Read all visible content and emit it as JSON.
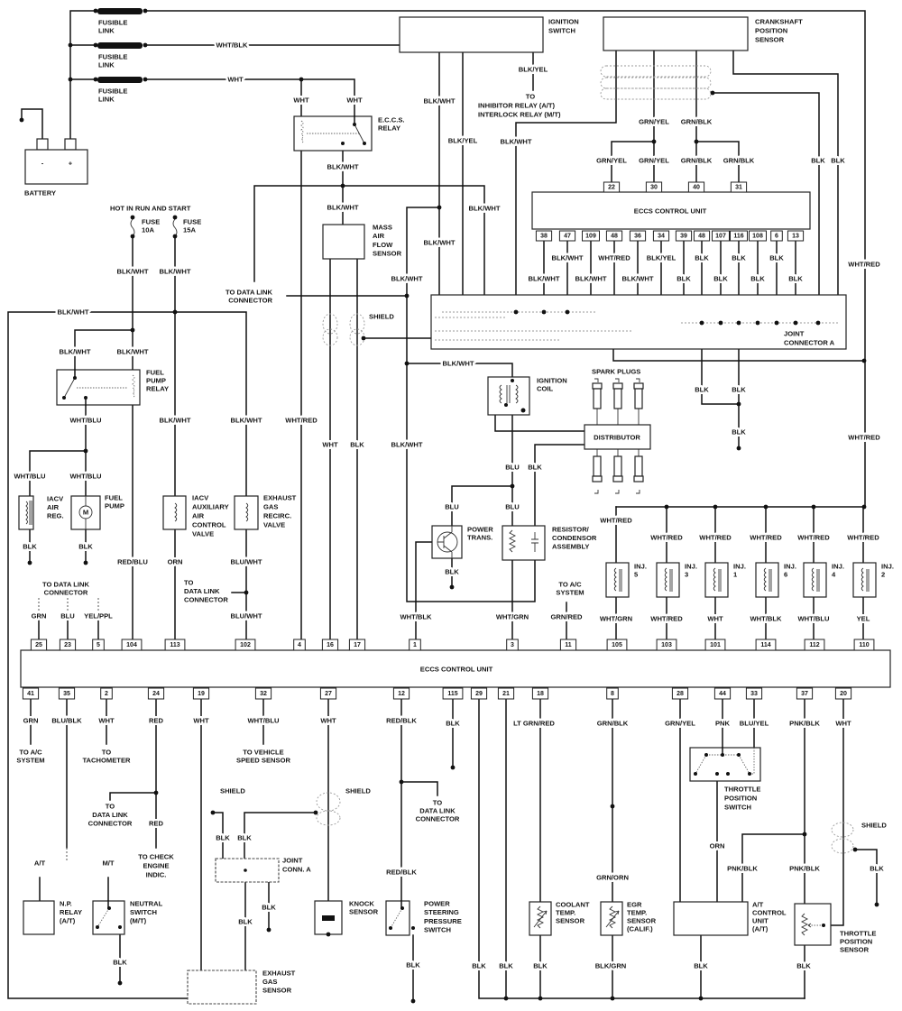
{
  "components": {
    "fusible_links": [
      [
        "FUSIBLE",
        "LINK"
      ],
      [
        "FUSIBLE",
        "LINK"
      ],
      [
        "FUSIBLE",
        "LINK"
      ]
    ],
    "battery": {
      "label": "BATTERY",
      "neg_terminal": "-",
      "pos_terminal": "+"
    },
    "ignition_switch": [
      "IGNITION",
      "SWITCH"
    ],
    "crankshaft_position_sensor": [
      "CRANKSHAFT",
      "POSITION",
      "SENSOR"
    ],
    "eccs_relay": [
      "E.C.C.S.",
      "RELAY"
    ],
    "mass_air_flow_sensor": [
      "MASS",
      "AIR",
      "FLOW",
      "SENSOR"
    ],
    "eccs_control_unit_upper": "ECCS  CONTROL  UNIT",
    "joint_connector_a": [
      "JOINT",
      "CONNECTOR  A"
    ],
    "fuel_pump_relay": [
      "FUEL",
      "PUMP",
      "RELAY"
    ],
    "iacv_air_regulator": [
      "IACV",
      "AIR",
      "REG."
    ],
    "fuel_pump": {
      "label": [
        "FUEL",
        "PUMP"
      ],
      "symbol": "M"
    },
    "iacv_aac_valve": [
      "IACV",
      "AUXILIARY",
      "AIR",
      "CONTROL",
      "VALVE"
    ],
    "egr_valve": [
      "EXHAUST",
      "GAS",
      "RECIRC.",
      "VALVE"
    ],
    "ignition_coil": [
      "IGNITION",
      "COIL"
    ],
    "spark_plugs": "SPARK  PLUGS",
    "distributor": "DISTRIBUTOR",
    "power_transistor": [
      "POWER",
      "TRANS."
    ],
    "resistor_condenser": [
      "RESISTOR/",
      "CONDENSOR",
      "ASSEMBLY"
    ],
    "injectors": [
      {
        "label": "INJ.",
        "number": "5"
      },
      {
        "label": "INJ.",
        "number": "3"
      },
      {
        "label": "INJ.",
        "number": "1"
      },
      {
        "label": "INJ.",
        "number": "6"
      },
      {
        "label": "INJ.",
        "number": "4"
      },
      {
        "label": "INJ.",
        "number": "2"
      }
    ],
    "eccs_control_unit_lower": "ECCS  CONTROL  UNIT",
    "joint_conn_a_lower": [
      "JOINT",
      "CONN.  A"
    ],
    "np_relay": [
      "N.P.",
      "RELAY",
      "(A/T)"
    ],
    "neutral_switch": [
      "NEUTRAL",
      "SWITCH",
      "(M/T)"
    ],
    "exhaust_gas_sensor": [
      "EXHAUST",
      "GAS",
      "SENSOR"
    ],
    "knock_sensor": [
      "KNOCK",
      "SENSOR"
    ],
    "power_steering_switch": [
      "POWER",
      "STEERING",
      "PRESSURE",
      "SWITCH"
    ],
    "throttle_position_switch": [
      "THROTTLE",
      "POSITION",
      "SWITCH"
    ],
    "coolant_temp_sensor": [
      "COOLANT",
      "TEMP.",
      "SENSOR"
    ],
    "egr_temp_sensor": [
      "EGR",
      "TEMP.",
      "SENSOR",
      "(CALIF.)"
    ],
    "at_control_unit": [
      "A/T",
      "CONTROL",
      "UNIT",
      "(A/T)"
    ],
    "throttle_position_sensor": [
      "THROTTLE",
      "POSITION",
      "SENSOR"
    ]
  },
  "notes": {
    "hot_in_run_and_start": "HOT  IN  RUN  AND  START",
    "fuses": [
      {
        "label": "FUSE",
        "rating": "10A"
      },
      {
        "label": "FUSE",
        "rating": "15A"
      }
    ],
    "to_inhibitor": [
      "TO",
      "INHIBITOR  RELAY  (A/T)",
      "INTERLOCK  RELAY  (M/T)"
    ],
    "to_data_link_a": [
      "TO  DATA  LINK",
      "CONNECTOR"
    ],
    "to_data_link_b": [
      "TO  DATA  LINK",
      "CONNECTOR"
    ],
    "to_data_link_c": [
      "TO",
      "DATA  LINK",
      "CONNECTOR"
    ],
    "to_data_link_d": [
      "TO",
      "DATA  LINK",
      "CONNECTOR"
    ],
    "to_data_link_e": [
      "TO",
      "DATA  LINK",
      "CONNECTOR"
    ],
    "to_ac_system_a": [
      "TO  A/C",
      "SYSTEM"
    ],
    "to_ac_system_b": [
      "TO  A/C",
      "SYSTEM"
    ],
    "to_tachometer": [
      "TO",
      "TACHOMETER"
    ],
    "to_vehicle_speed_sensor": [
      "TO  VEHICLE",
      "SPEED  SENSOR"
    ],
    "to_check_engine": [
      "TO  CHECK",
      "ENGINE",
      "INDIC."
    ],
    "shields": [
      "SHIELD",
      "SHIELD",
      "SHIELD",
      "SHIELD"
    ],
    "at_variant": "A/T",
    "mt_variant": "M/T"
  },
  "wire_labels": {
    "top": [
      "WHT/BLK",
      "WHT",
      "WHT",
      "WHT",
      "BLK/WHT",
      "BLK/WHT",
      "BLK/WHT",
      "BLK/YEL",
      "BLK/YEL",
      "BLK/WHT",
      "GRN/YEL",
      "GRN/BLK",
      "GRN/YEL",
      "GRN/YEL",
      "GRN/BLK",
      "GRN/BLK",
      "BLK",
      "BLK",
      "BLK/WHT",
      "BLK/WHT",
      "BLK/WHT",
      "WHT/RED",
      "BLK",
      "BLK",
      "BLK",
      "WHT/RED"
    ],
    "upper_unit": [
      "BLK/WHT",
      "BLK/WHT",
      "BLK/WHT",
      "WHT/RED",
      "BLK/WHT",
      "BLK/YEL",
      "BLK",
      "BLK",
      "BLK",
      "BLK",
      "BLK",
      "BLK",
      "BLK"
    ],
    "left": [
      "BLK/WHT",
      "BLK/WHT",
      "BLK/WHT",
      "BLK/WHT",
      "BLK/WHT",
      "WHT/BLU",
      "BLK/WHT",
      "BLK/WHT",
      "WHT/RED",
      "WHT",
      "BLK",
      "BLK/WHT",
      "WHT/BLU",
      "WHT/BLU",
      "BLK",
      "BLK",
      "RED/BLU",
      "ORN",
      "BLU/WHT",
      "GRN",
      "BLU",
      "YEL/PPL",
      "BLU/WHT"
    ],
    "middle": [
      "BLK/WHT",
      "BLU",
      "BLK",
      "BLU",
      "BLU",
      "BLK",
      "WHT/BLK",
      "WHT/GRN",
      "GRN/RED"
    ],
    "injectors_in": [
      "WHT/RED",
      "WHT/RED",
      "WHT/RED",
      "WHT/RED",
      "WHT/RED",
      "WHT/RED"
    ],
    "injectors_out": [
      "WHT/GRN",
      "WHT/RED",
      "WHT",
      "WHT/BLK",
      "WHT/BLU",
      "YEL"
    ],
    "bottom": [
      "GRN",
      "BLU/BLK",
      "WHT",
      "RED",
      "WHT",
      "WHT/BLU",
      "WHT",
      "RED/BLK",
      "BLK",
      "LT  GRN/RED",
      "GRN/BLK",
      "GRN/YEL",
      "PNK",
      "BLU/YEL",
      "PNK/BLK",
      "WHT",
      "RED",
      "BLK",
      "BLK",
      "ORN",
      "RED/BLK",
      "PNK/BLK",
      "PNK/BLK",
      "BLK",
      "GRN/ORN",
      "BLK",
      "BLK",
      "BLK",
      "BLK",
      "BLK",
      "BLK",
      "BLK",
      "BLK/GRN",
      "BLK",
      "BLK"
    ]
  },
  "pins": {
    "upper_unit_top": [
      "22",
      "30",
      "40",
      "31"
    ],
    "upper_unit_bottom": [
      "38",
      "47",
      "109",
      "48",
      "36",
      "34",
      "39",
      "48",
      "107",
      "116",
      "108",
      "6",
      "13"
    ],
    "lower_unit_top": [
      "25",
      "23",
      "5",
      "104",
      "113",
      "102",
      "4",
      "16",
      "17",
      "1",
      "3",
      "11",
      "105",
      "103",
      "101",
      "114",
      "112",
      "110"
    ],
    "lower_unit_bottom": [
      "41",
      "35",
      "2",
      "24",
      "19",
      "32",
      "27",
      "12",
      "115",
      "29",
      "21",
      "18",
      "8",
      "28",
      "44",
      "33",
      "37",
      "20"
    ]
  }
}
